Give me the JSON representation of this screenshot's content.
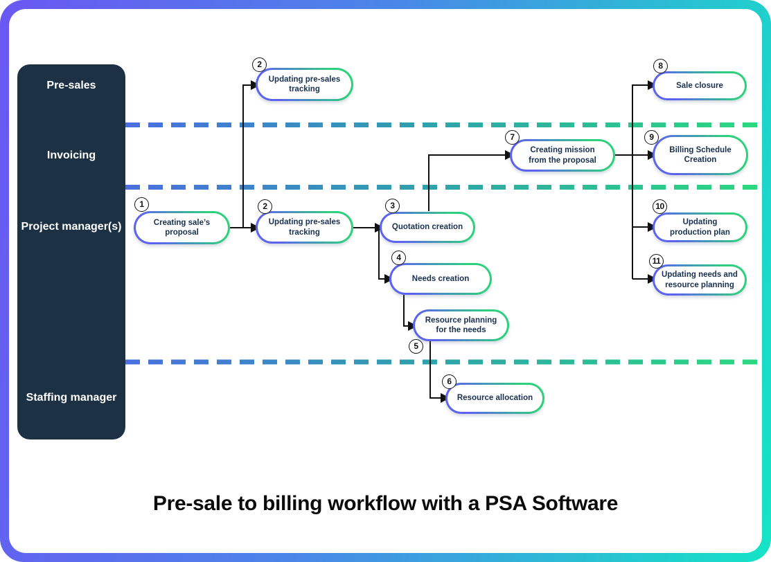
{
  "title": "Pre-sale to billing workflow with a PSA Software",
  "lanes": [
    {
      "label": "Pre-sales"
    },
    {
      "label": "Invoicing"
    },
    {
      "label": "Project manager(s)"
    },
    {
      "label": "Staffing manager"
    }
  ],
  "steps": {
    "s1": {
      "number": "1",
      "label": "Creating sale’s proposal"
    },
    "s2_presales": {
      "number": "2",
      "label": "Updating pre-sales tracking"
    },
    "s2_pm": {
      "number": "2",
      "label": "Updating pre-sales tracking"
    },
    "s3": {
      "number": "3",
      "label": "Quotation creation"
    },
    "s4": {
      "number": "4",
      "label": "Needs creation"
    },
    "s5": {
      "number": "5",
      "label": "Resource planning for the needs"
    },
    "s6": {
      "number": "6",
      "label": "Resource allocation"
    },
    "s7": {
      "number": "7",
      "label": "Creating mission from the proposal"
    },
    "s8": {
      "number": "8",
      "label": "Sale closure"
    },
    "s9": {
      "number": "9",
      "label": "Billing Schedule Creation"
    },
    "s10": {
      "number": "10",
      "label": "Updating production plan"
    },
    "s11": {
      "number": "11",
      "label": "Updating needs and resource planning"
    }
  },
  "colors": {
    "card_gradient_start": "#6a57f2",
    "card_gradient_mid": "#4a86e8",
    "card_gradient_end": "#14e4c5",
    "sidebar_bg": "#1d3144",
    "node_border_blue": "#5b63ef",
    "node_border_green": "#2fd07d",
    "lane_dash_blue": "#4a6fe0",
    "lane_dash_teal": "#2f9fae",
    "lane_dash_green": "#2bd97f",
    "node_text": "#1a3050",
    "connector": "#111111"
  }
}
